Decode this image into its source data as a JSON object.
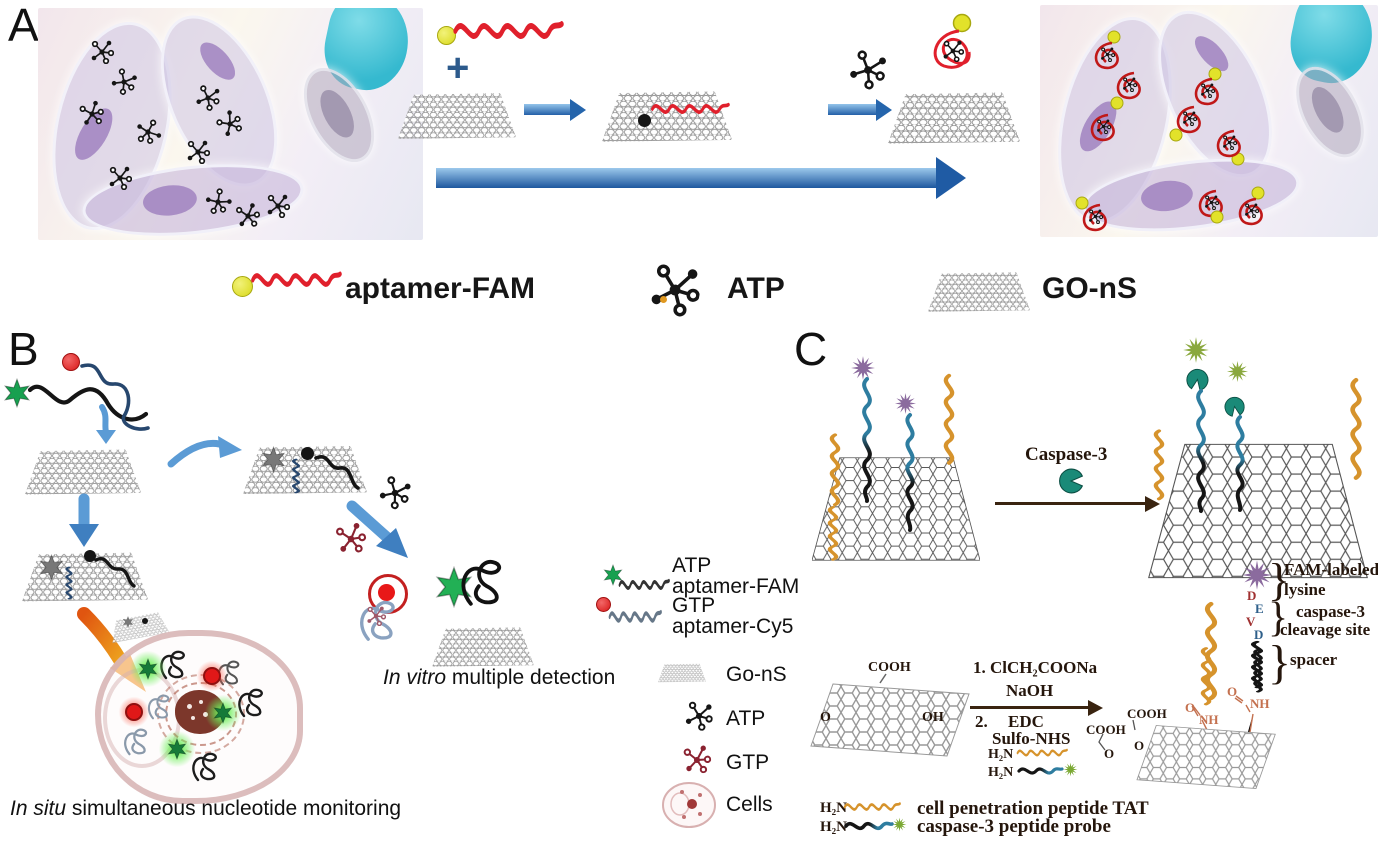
{
  "panelA": {
    "label": "A",
    "plus": "+",
    "legend": {
      "aptamer_fam": "aptamer-FAM",
      "atp": "ATP",
      "go_ns": "GO-nS"
    }
  },
  "panelB": {
    "label": "B",
    "invitro_italic": "In vitro",
    "invitro_rest": " multiple detection",
    "insitu_italic": "In situ",
    "insitu_rest": " simultaneous nucleotide monitoring",
    "legend": {
      "atp_aptamer": [
        "ATP",
        "aptamer-FAM"
      ],
      "gtp_aptamer": [
        "GTP",
        "aptamer-Cy5"
      ],
      "go_ns": "Go-nS",
      "atp": "ATP",
      "gtp": "GTP",
      "cells": "Cells"
    }
  },
  "panelC": {
    "label": "C",
    "caspase_arrow_label": "Caspase-3",
    "probe_structure": {
      "fam_labeled": "FAM-labeled",
      "lysine": "lysine",
      "caspase3": "caspase-3",
      "cleavage_site": "cleavage site",
      "spacer": "spacer",
      "brace": "}",
      "residues": [
        "D",
        "E",
        "V",
        "D"
      ]
    },
    "go_sheet": {
      "cooh": "COOH",
      "o": "O",
      "oh": "OH"
    },
    "reaction": {
      "step1": "1. ClCH₂COONa",
      "step1_base": "NaOH",
      "step2_num": "2.",
      "step2_reagent": "EDC",
      "step2_reagent2": "Sulfo-NHS",
      "amine": "H₂N"
    },
    "product": {
      "cooh_a": "COOH",
      "cooh_b": "COOH",
      "o_a": "O",
      "o_b": "O",
      "o_c": "O",
      "o_d": "O",
      "nh_a": "NH",
      "nh_b": "NH"
    },
    "legend": {
      "amine": "H₂N",
      "tat": "cell penetration peptide TAT",
      "probe": "caspase-3 peptide probe"
    }
  },
  "colors": {
    "arrow_blue": "#2e6db4",
    "aptamer_red": "#e0202c",
    "fam_yellow": "#e2e22a",
    "fam_green": "#1ea54c",
    "cy5_red": "#e01818",
    "strand_blue": "#27476e",
    "tat_orange": "#d6932c",
    "enzyme_teal": "#1a8a78",
    "fam_star_purple": "#8b6b9e",
    "released_fam_olive": "#8aa83e",
    "gtp_dark_red": "#8a2230"
  }
}
